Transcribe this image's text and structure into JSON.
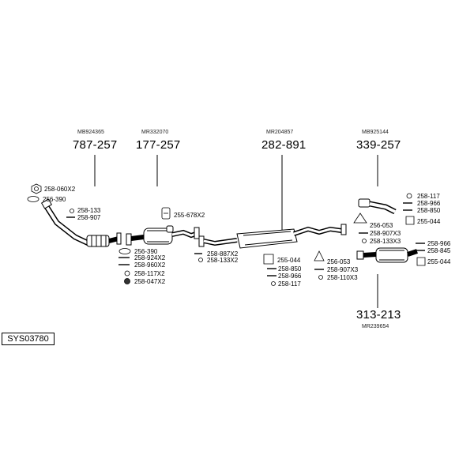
{
  "system_code": "SYS03780",
  "assemblies": [
    {
      "ref": "MB924365",
      "part": "787-257"
    },
    {
      "ref": "MR332070",
      "part": "177-257"
    },
    {
      "ref": "MR204857",
      "part": "282-891"
    },
    {
      "ref": "MB925144",
      "part": "339-257"
    },
    {
      "ref": "MR239654",
      "part": "313-213"
    }
  ],
  "parts": {
    "g1": [
      "258-060X2",
      "256-390",
      "258-133",
      "258-907"
    ],
    "g2": [
      "255-678X2",
      "256-390",
      "258-924X2",
      "258-960X2",
      "258-117X2",
      "258-047X2"
    ],
    "g3": [
      "258-887X2",
      "258-133X2"
    ],
    "g4": [
      "255-044",
      "258-850",
      "258-966",
      "258-117"
    ],
    "g5": [
      "256-053",
      "258-907X3",
      "258-110X3"
    ],
    "g6": [
      "256-053",
      "258-907X3",
      "258-133X3"
    ],
    "g7": [
      "258-117",
      "258-966",
      "258-850",
      "255-044"
    ],
    "g8": [
      "258-966",
      "258-845",
      "255-044"
    ]
  }
}
